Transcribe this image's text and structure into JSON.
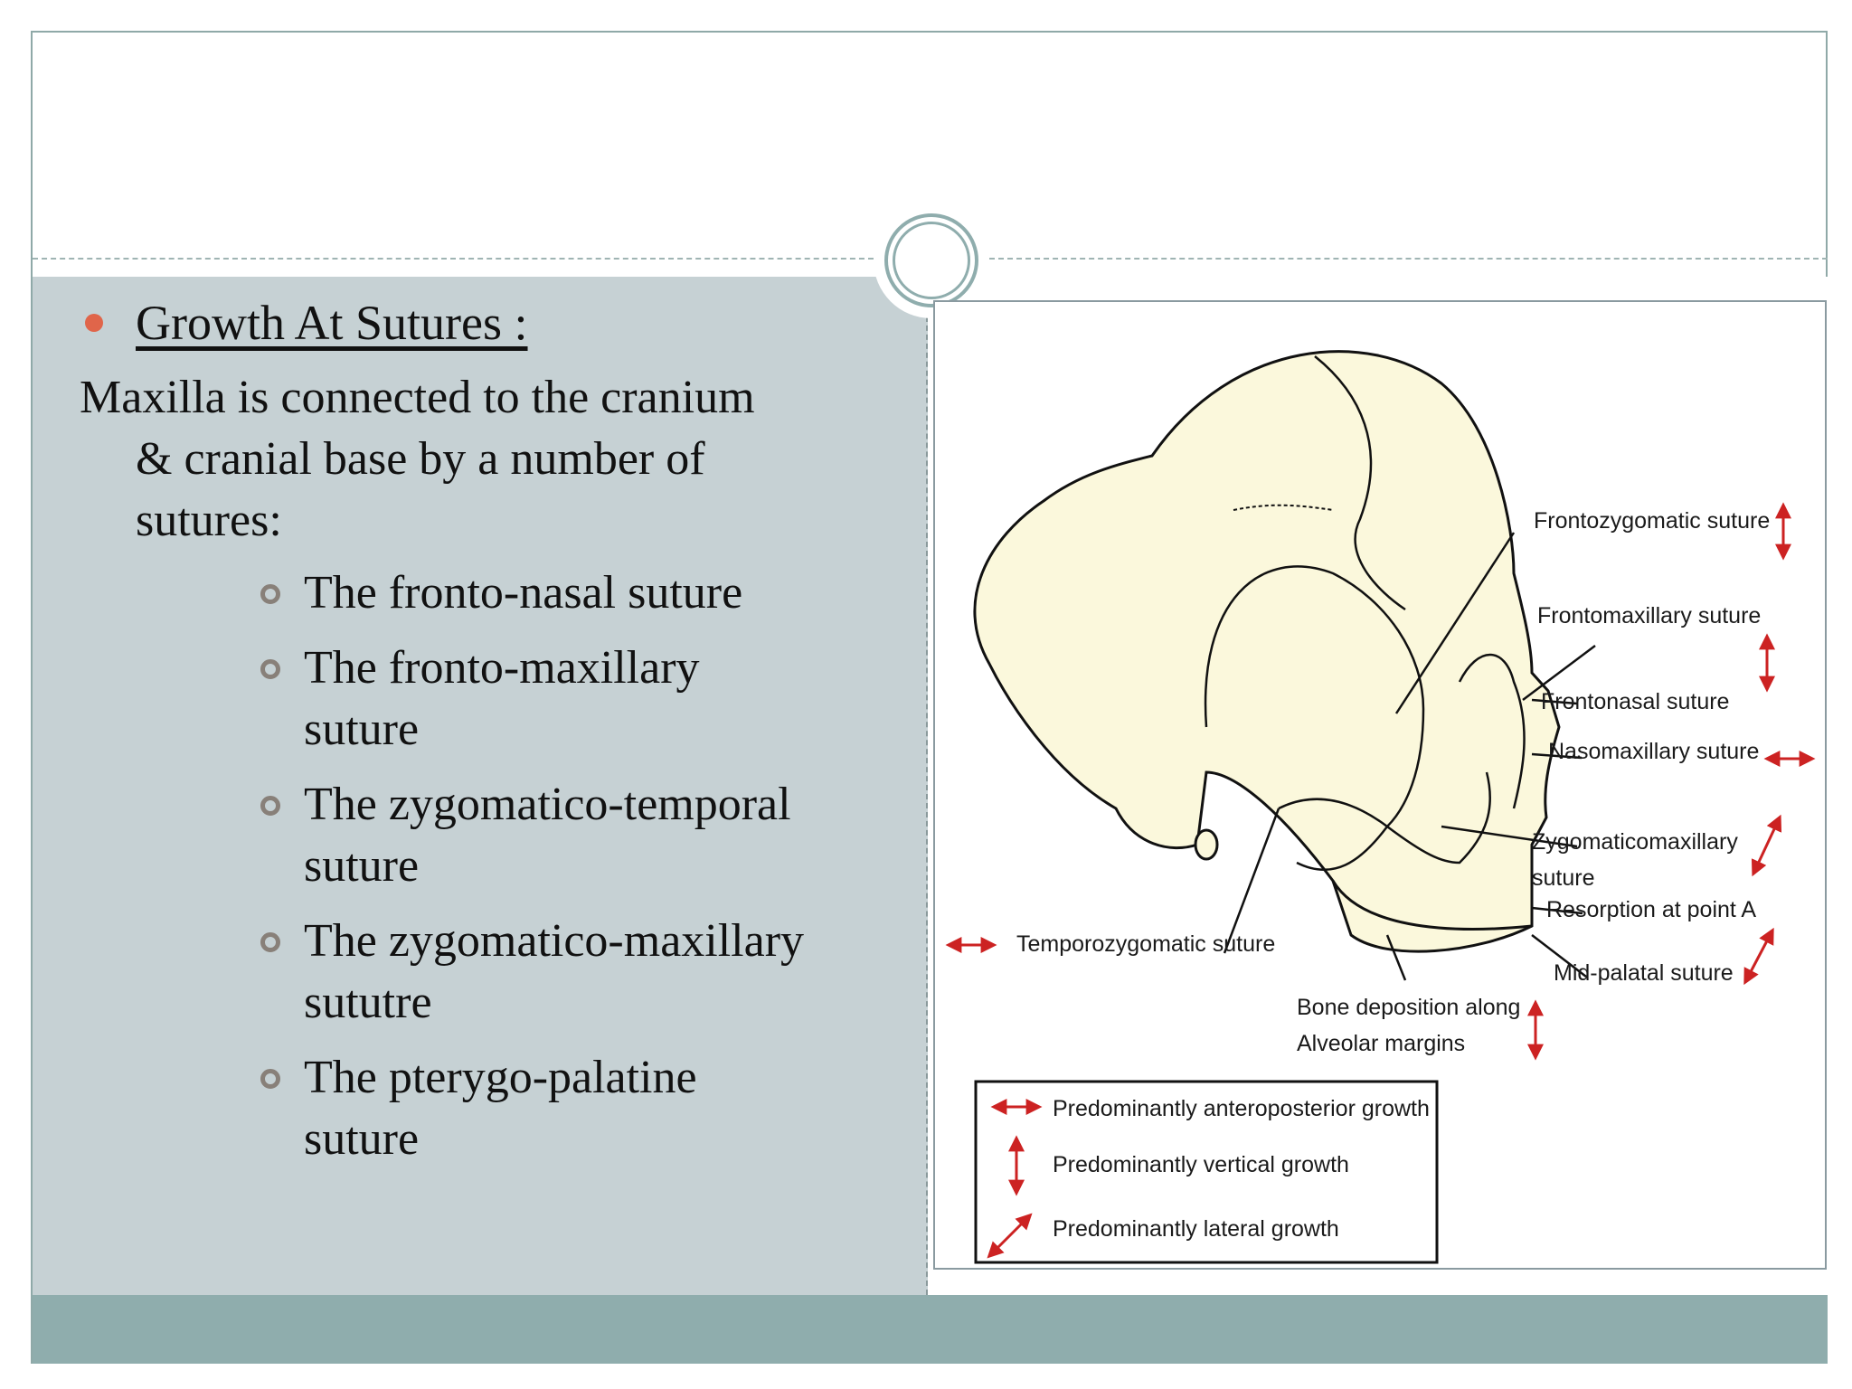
{
  "slide": {
    "heading": "Growth At Sutures :",
    "intro_lines": [
      "Maxilla is connected to the cranium",
      "& cranial base by a number of",
      "sutures:"
    ],
    "sutures": [
      {
        "lines": [
          "The fronto-nasal suture"
        ]
      },
      {
        "lines": [
          "The fronto-maxillary",
          "suture"
        ]
      },
      {
        "lines": [
          "The zygomatico-temporal",
          "suture"
        ]
      },
      {
        "lines": [
          "The zygomatico-maxillary",
          "sututre"
        ]
      },
      {
        "lines": [
          "The pterygo-palatine",
          "suture"
        ]
      }
    ],
    "accent_color": "#e0654a",
    "panel_color": "#c6d1d4",
    "footer_color": "#8fadad"
  },
  "figure": {
    "labels": {
      "frontozygomatic": "Frontozygomatic suture",
      "frontomaxillary": "Frontomaxillary suture",
      "frontonasal": "Frontonasal suture",
      "nasomaxillary": "Nasomaxillary suture",
      "zygomaticomaxillary_1": "Zygomaticomaxillary",
      "zygomaticomaxillary_2": "suture",
      "resorption": "Resorption at point A",
      "midpalatal": "Mid-palatal suture",
      "temporozygomatic": "Temporozygomatic suture",
      "bone_deposition_1": "Bone deposition along",
      "bone_deposition_2": "Alveolar margins"
    },
    "legend": {
      "anteroposterior": "Predominantly anteroposterior growth",
      "vertical": "Predominantly vertical growth",
      "lateral": "Predominantly lateral growth"
    },
    "skull_fill": "#fbf8dc",
    "arrow_color": "#cc2222"
  }
}
